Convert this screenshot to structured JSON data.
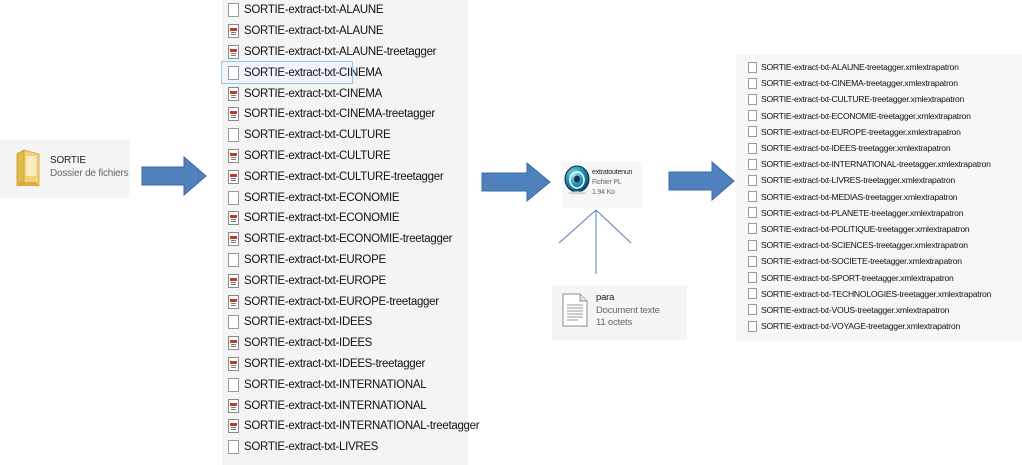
{
  "folder": {
    "name": "SORTIE",
    "type": "Dossier de fichiers",
    "icon": "folder-icon"
  },
  "extract_list": [
    {
      "label": "SORTIE-extract-txt-ALAUNE",
      "icon": "text-file-icon",
      "selected": false
    },
    {
      "label": "SORTIE-extract-txt-ALAUNE",
      "icon": "rtf-file-icon",
      "selected": false
    },
    {
      "label": "SORTIE-extract-txt-ALAUNE-treetagger",
      "icon": "rtf-file-icon",
      "selected": false
    },
    {
      "label": "SORTIE-extract-txt-CINEMA",
      "icon": "text-file-icon",
      "selected": true
    },
    {
      "label": "SORTIE-extract-txt-CINEMA",
      "icon": "rtf-file-icon",
      "selected": false
    },
    {
      "label": "SORTIE-extract-txt-CINEMA-treetagger",
      "icon": "rtf-file-icon",
      "selected": false
    },
    {
      "label": "SORTIE-extract-txt-CULTURE",
      "icon": "text-file-icon",
      "selected": false
    },
    {
      "label": "SORTIE-extract-txt-CULTURE",
      "icon": "rtf-file-icon",
      "selected": false
    },
    {
      "label": "SORTIE-extract-txt-CULTURE-treetagger",
      "icon": "rtf-file-icon",
      "selected": false
    },
    {
      "label": "SORTIE-extract-txt-ECONOMIE",
      "icon": "text-file-icon",
      "selected": false
    },
    {
      "label": "SORTIE-extract-txt-ECONOMIE",
      "icon": "rtf-file-icon",
      "selected": false
    },
    {
      "label": "SORTIE-extract-txt-ECONOMIE-treetagger",
      "icon": "rtf-file-icon",
      "selected": false
    },
    {
      "label": "SORTIE-extract-txt-EUROPE",
      "icon": "text-file-icon",
      "selected": false
    },
    {
      "label": "SORTIE-extract-txt-EUROPE",
      "icon": "rtf-file-icon",
      "selected": false
    },
    {
      "label": "SORTIE-extract-txt-EUROPE-treetagger",
      "icon": "rtf-file-icon",
      "selected": false
    },
    {
      "label": "SORTIE-extract-txt-IDEES",
      "icon": "text-file-icon",
      "selected": false
    },
    {
      "label": "SORTIE-extract-txt-IDEES",
      "icon": "rtf-file-icon",
      "selected": false
    },
    {
      "label": "SORTIE-extract-txt-IDEES-treetagger",
      "icon": "rtf-file-icon",
      "selected": false
    },
    {
      "label": "SORTIE-extract-txt-INTERNATIONAL",
      "icon": "text-file-icon",
      "selected": false
    },
    {
      "label": "SORTIE-extract-txt-INTERNATIONAL",
      "icon": "rtf-file-icon",
      "selected": false
    },
    {
      "label": "SORTIE-extract-txt-INTERNATIONAL-treetagger",
      "icon": "rtf-file-icon",
      "selected": false
    },
    {
      "label": "SORTIE-extract-txt-LIVRES",
      "icon": "text-file-icon",
      "selected": false
    }
  ],
  "script_file": {
    "name": "extratoutenun",
    "type": "Fichier PL",
    "size": "1.94 Ko",
    "icon": "perl-script-icon"
  },
  "param_file": {
    "name": "para",
    "type": "Document texte",
    "size": "11 octets",
    "icon": "text-document-icon"
  },
  "output_list": [
    "SORTIE-extract-txt-ALAUNE-treetagger.xmlextrapatron",
    "SORTIE-extract-txt-CINEMA-treetagger.xmlextrapatron",
    "SORTIE-extract-txt-CULTURE-treetagger.xmlextrapatron",
    "SORTIE-extract-txt-ECONOMIE-treetagger.xmlextrapatron",
    "SORTIE-extract-txt-EUROPE-treetagger.xmlextrapatron",
    "SORTIE-extract-txt-IDEES-treetagger.xmlextrapatron",
    "SORTIE-extract-txt-INTERNATIONAL-treetagger.xmlextrapatron",
    "SORTIE-extract-txt-LIVRES-treetagger.xmlextrapatron",
    "SORTIE-extract-txt-MEDIAS-treetagger.xmlextrapatron",
    "SORTIE-extract-txt-PLANETE-treetagger.xmlextrapatron",
    "SORTIE-extract-txt-POLITIQUE-treetagger.xmlextrapatron",
    "SORTIE-extract-txt-SCIENCES-treetagger.xmlextrapatron",
    "SORTIE-extract-txt-SOCIETE-treetagger.xmlextrapatron",
    "SORTIE-extract-txt-SPORT-treetagger.xmlextrapatron",
    "SORTIE-extract-txt-TECHNOLOGIES-treetagger.xmlextrapatron",
    "SORTIE-extract-txt-VOUS-treetagger.xmlextrapatron",
    "SORTIE-extract-txt-VOYAGE-treetagger.xmlextrapatron"
  ],
  "colors": {
    "arrow": "#4f81bd",
    "arrow_edge": "#3a6aa3",
    "selection": "#9cc3ec",
    "connector": "#4f81bd"
  }
}
